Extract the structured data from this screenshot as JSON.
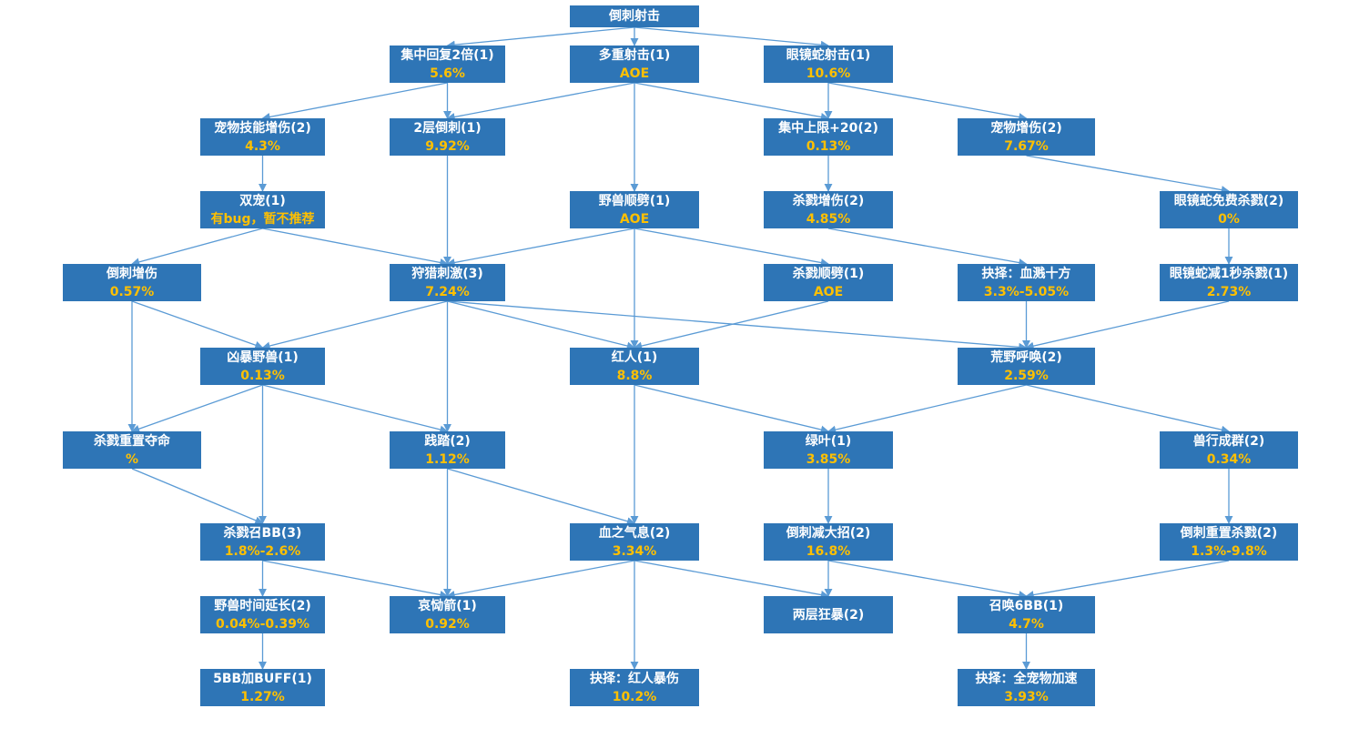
{
  "diagram": {
    "line_color": "#5b9bd5",
    "node_fill": "#2e75b6",
    "title_color": "#ffffff",
    "value_color": "#ffc000",
    "nodes": {
      "root": {
        "title": "倒刺射击",
        "value": ""
      },
      "n_ji2": {
        "title": "集中回复2倍(1)",
        "value": "5.6%"
      },
      "n_duo": {
        "title": "多重射击(1)",
        "value": "AOE"
      },
      "n_yj": {
        "title": "眼镜蛇射击(1)",
        "value": "10.6%"
      },
      "n_cwjn": {
        "title": "宠物技能增伤(2)",
        "value": "4.3%"
      },
      "n_2c": {
        "title": "2层倒刺(1)",
        "value": "9.92%"
      },
      "n_jzsx": {
        "title": "集中上限+20(2)",
        "value": "0.13%"
      },
      "n_cwzs": {
        "title": "宠物增伤(2)",
        "value": "7.67%"
      },
      "n_sc": {
        "title": "双宠(1)",
        "value": "有bug，暂不推荐"
      },
      "n_ysp": {
        "title": "野兽顺劈(1)",
        "value": "AOE"
      },
      "n_slzs": {
        "title": "杀戮增伤(2)",
        "value": "4.85%"
      },
      "n_yjmf": {
        "title": "眼镜蛇免费杀戮(2)",
        "value": "0%"
      },
      "n_dczs": {
        "title": "倒刺增伤",
        "value": "0.57%"
      },
      "n_lcj": {
        "title": "狩猎刺激(3)",
        "value": "7.24%"
      },
      "n_slsp": {
        "title": "杀戮顺劈(1)",
        "value": "AOE"
      },
      "n_jz1": {
        "title": "抉择：血溅十方",
        "value": "3.3%-5.05%"
      },
      "n_yj1s": {
        "title": "眼镜蛇减1秒杀戮(1)",
        "value": "2.73%"
      },
      "n_xbys": {
        "title": "凶暴野兽(1)",
        "value": "0.13%"
      },
      "n_hr": {
        "title": "红人(1)",
        "value": "8.8%"
      },
      "n_hyhh": {
        "title": "荒野呼唤(2)",
        "value": "2.59%"
      },
      "n_slcz": {
        "title": "杀戮重置夺命",
        "value": "%"
      },
      "n_jt": {
        "title": "践踏(2)",
        "value": "1.12%"
      },
      "n_ly": {
        "title": "绿叶(1)",
        "value": "3.85%"
      },
      "n_sxcq": {
        "title": "兽行成群(2)",
        "value": "0.34%"
      },
      "n_slzbb": {
        "title": "杀戮召BB(3)",
        "value": "1.8%-2.6%"
      },
      "n_xzqx": {
        "title": "血之气息(2)",
        "value": "3.34%"
      },
      "n_dcjdz": {
        "title": "倒刺减大招(2)",
        "value": "16.8%"
      },
      "n_dcczsl": {
        "title": "倒刺重置杀戮(2)",
        "value": "1.3%-9.8%"
      },
      "n_ysyc": {
        "title": "野兽时间延长(2)",
        "value": "0.04%-0.39%"
      },
      "n_adj": {
        "title": "哀恸箭(1)",
        "value": "0.92%"
      },
      "n_lckb": {
        "title": "两层狂暴(2)",
        "value": ""
      },
      "n_zh6": {
        "title": "召唤6BB(1)",
        "value": "4.7%"
      },
      "n_5bb": {
        "title": "5BB加BUFF(1)",
        "value": "1.27%"
      },
      "n_jzhr": {
        "title": "抉择：红人暴伤",
        "value": "10.2%"
      },
      "n_jzqcw": {
        "title": "抉择：全宠物加速",
        "value": "3.93%"
      }
    },
    "edges": [
      [
        "root",
        "n_ji2"
      ],
      [
        "root",
        "n_duo"
      ],
      [
        "root",
        "n_yj"
      ],
      [
        "n_ji2",
        "n_cwjn"
      ],
      [
        "n_ji2",
        "n_2c"
      ],
      [
        "n_duo",
        "n_2c"
      ],
      [
        "n_duo",
        "n_ysp"
      ],
      [
        "n_duo",
        "n_jzsx"
      ],
      [
        "n_yj",
        "n_jzsx"
      ],
      [
        "n_yj",
        "n_cwzs"
      ],
      [
        "n_cwjn",
        "n_sc"
      ],
      [
        "n_2c",
        "n_lcj"
      ],
      [
        "n_jzsx",
        "n_slzs"
      ],
      [
        "n_cwzs",
        "n_yjmf"
      ],
      [
        "n_sc",
        "n_dczs"
      ],
      [
        "n_sc",
        "n_lcj"
      ],
      [
        "n_ysp",
        "n_lcj"
      ],
      [
        "n_ysp",
        "n_hr"
      ],
      [
        "n_ysp",
        "n_slsp"
      ],
      [
        "n_slzs",
        "n_jz1"
      ],
      [
        "n_yjmf",
        "n_yj1s"
      ],
      [
        "n_dczs",
        "n_xbys"
      ],
      [
        "n_dczs",
        "n_slcz"
      ],
      [
        "n_lcj",
        "n_xbys"
      ],
      [
        "n_lcj",
        "n_hr"
      ],
      [
        "n_lcj",
        "n_jt"
      ],
      [
        "n_lcj",
        "n_hyhh"
      ],
      [
        "n_slsp",
        "n_hr"
      ],
      [
        "n_jz1",
        "n_hyhh"
      ],
      [
        "n_yj1s",
        "n_hyhh"
      ],
      [
        "n_xbys",
        "n_slcz"
      ],
      [
        "n_xbys",
        "n_jt"
      ],
      [
        "n_xbys",
        "n_slzbb"
      ],
      [
        "n_hr",
        "n_xzqx"
      ],
      [
        "n_hr",
        "n_ly"
      ],
      [
        "n_hyhh",
        "n_ly"
      ],
      [
        "n_hyhh",
        "n_sxcq"
      ],
      [
        "n_slcz",
        "n_slzbb"
      ],
      [
        "n_jt",
        "n_adj"
      ],
      [
        "n_jt",
        "n_xzqx"
      ],
      [
        "n_ly",
        "n_dcjdz"
      ],
      [
        "n_sxcq",
        "n_dcczsl"
      ],
      [
        "n_slzbb",
        "n_ysyc"
      ],
      [
        "n_slzbb",
        "n_adj"
      ],
      [
        "n_xzqx",
        "n_adj"
      ],
      [
        "n_xzqx",
        "n_jzhr"
      ],
      [
        "n_xzqx",
        "n_lckb"
      ],
      [
        "n_dcjdz",
        "n_lckb"
      ],
      [
        "n_dcjdz",
        "n_zh6"
      ],
      [
        "n_dcczsl",
        "n_zh6"
      ],
      [
        "n_ysyc",
        "n_5bb"
      ],
      [
        "n_zh6",
        "n_jzqcw"
      ]
    ]
  }
}
